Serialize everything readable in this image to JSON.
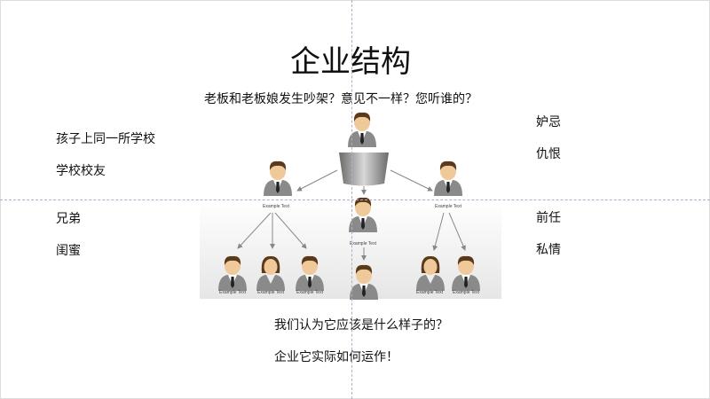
{
  "slide": {
    "title": "企业结构",
    "question": "老板和老板娘发生吵架？意见不一样？您听谁的？",
    "left_items": [
      "孩子上同一所学校",
      "学校校友",
      "兄弟",
      "闺蜜"
    ],
    "right_items": [
      "妒忌",
      "仇恨",
      "前任",
      "私情"
    ],
    "bottom_lines": [
      "我们认为它应该是什么样子的？",
      "企业它实际如何运作！"
    ]
  },
  "org_chart": {
    "node_label": "Example Text"
  }
}
